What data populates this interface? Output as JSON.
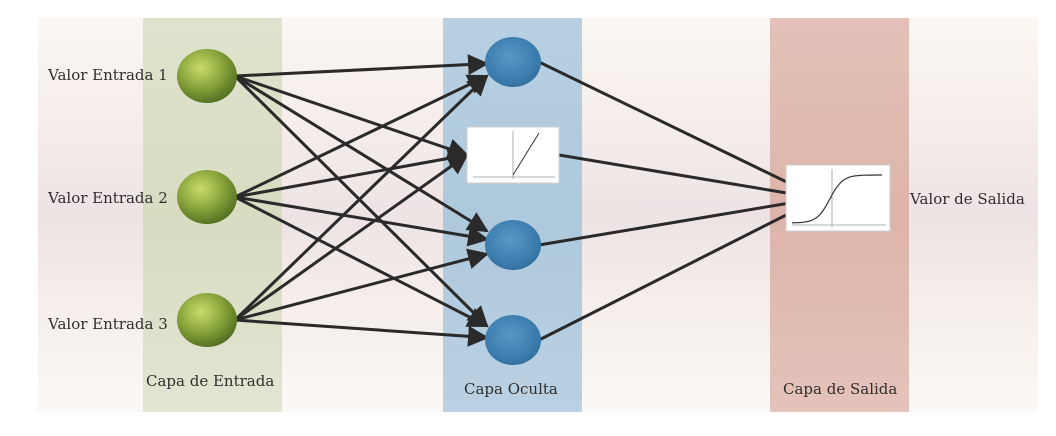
{
  "inputs": [
    {
      "label": "Valor Entrada 1"
    },
    {
      "label": "Valor Entrada 2"
    },
    {
      "label": "Valor Entrada 3"
    }
  ],
  "layers": {
    "input": "Capa de Entrada",
    "hidden": "Capa Oculta",
    "output": "Capa de Salida"
  },
  "output_label": "Valor de Salida",
  "hidden_nodes": [
    {
      "kind": "neuron"
    },
    {
      "kind": "linear-activation-plot"
    },
    {
      "kind": "neuron"
    },
    {
      "kind": "neuron"
    }
  ],
  "output_node": {
    "kind": "sigmoid-activation-plot"
  },
  "colors": {
    "input_node": "#7f9a34",
    "hidden_node": "#3d7fb0",
    "edge": "#2a2a2a",
    "input_band": "#d9ddc4",
    "hidden_band": "#afc9dd",
    "output_band": "#dfb7ad"
  }
}
